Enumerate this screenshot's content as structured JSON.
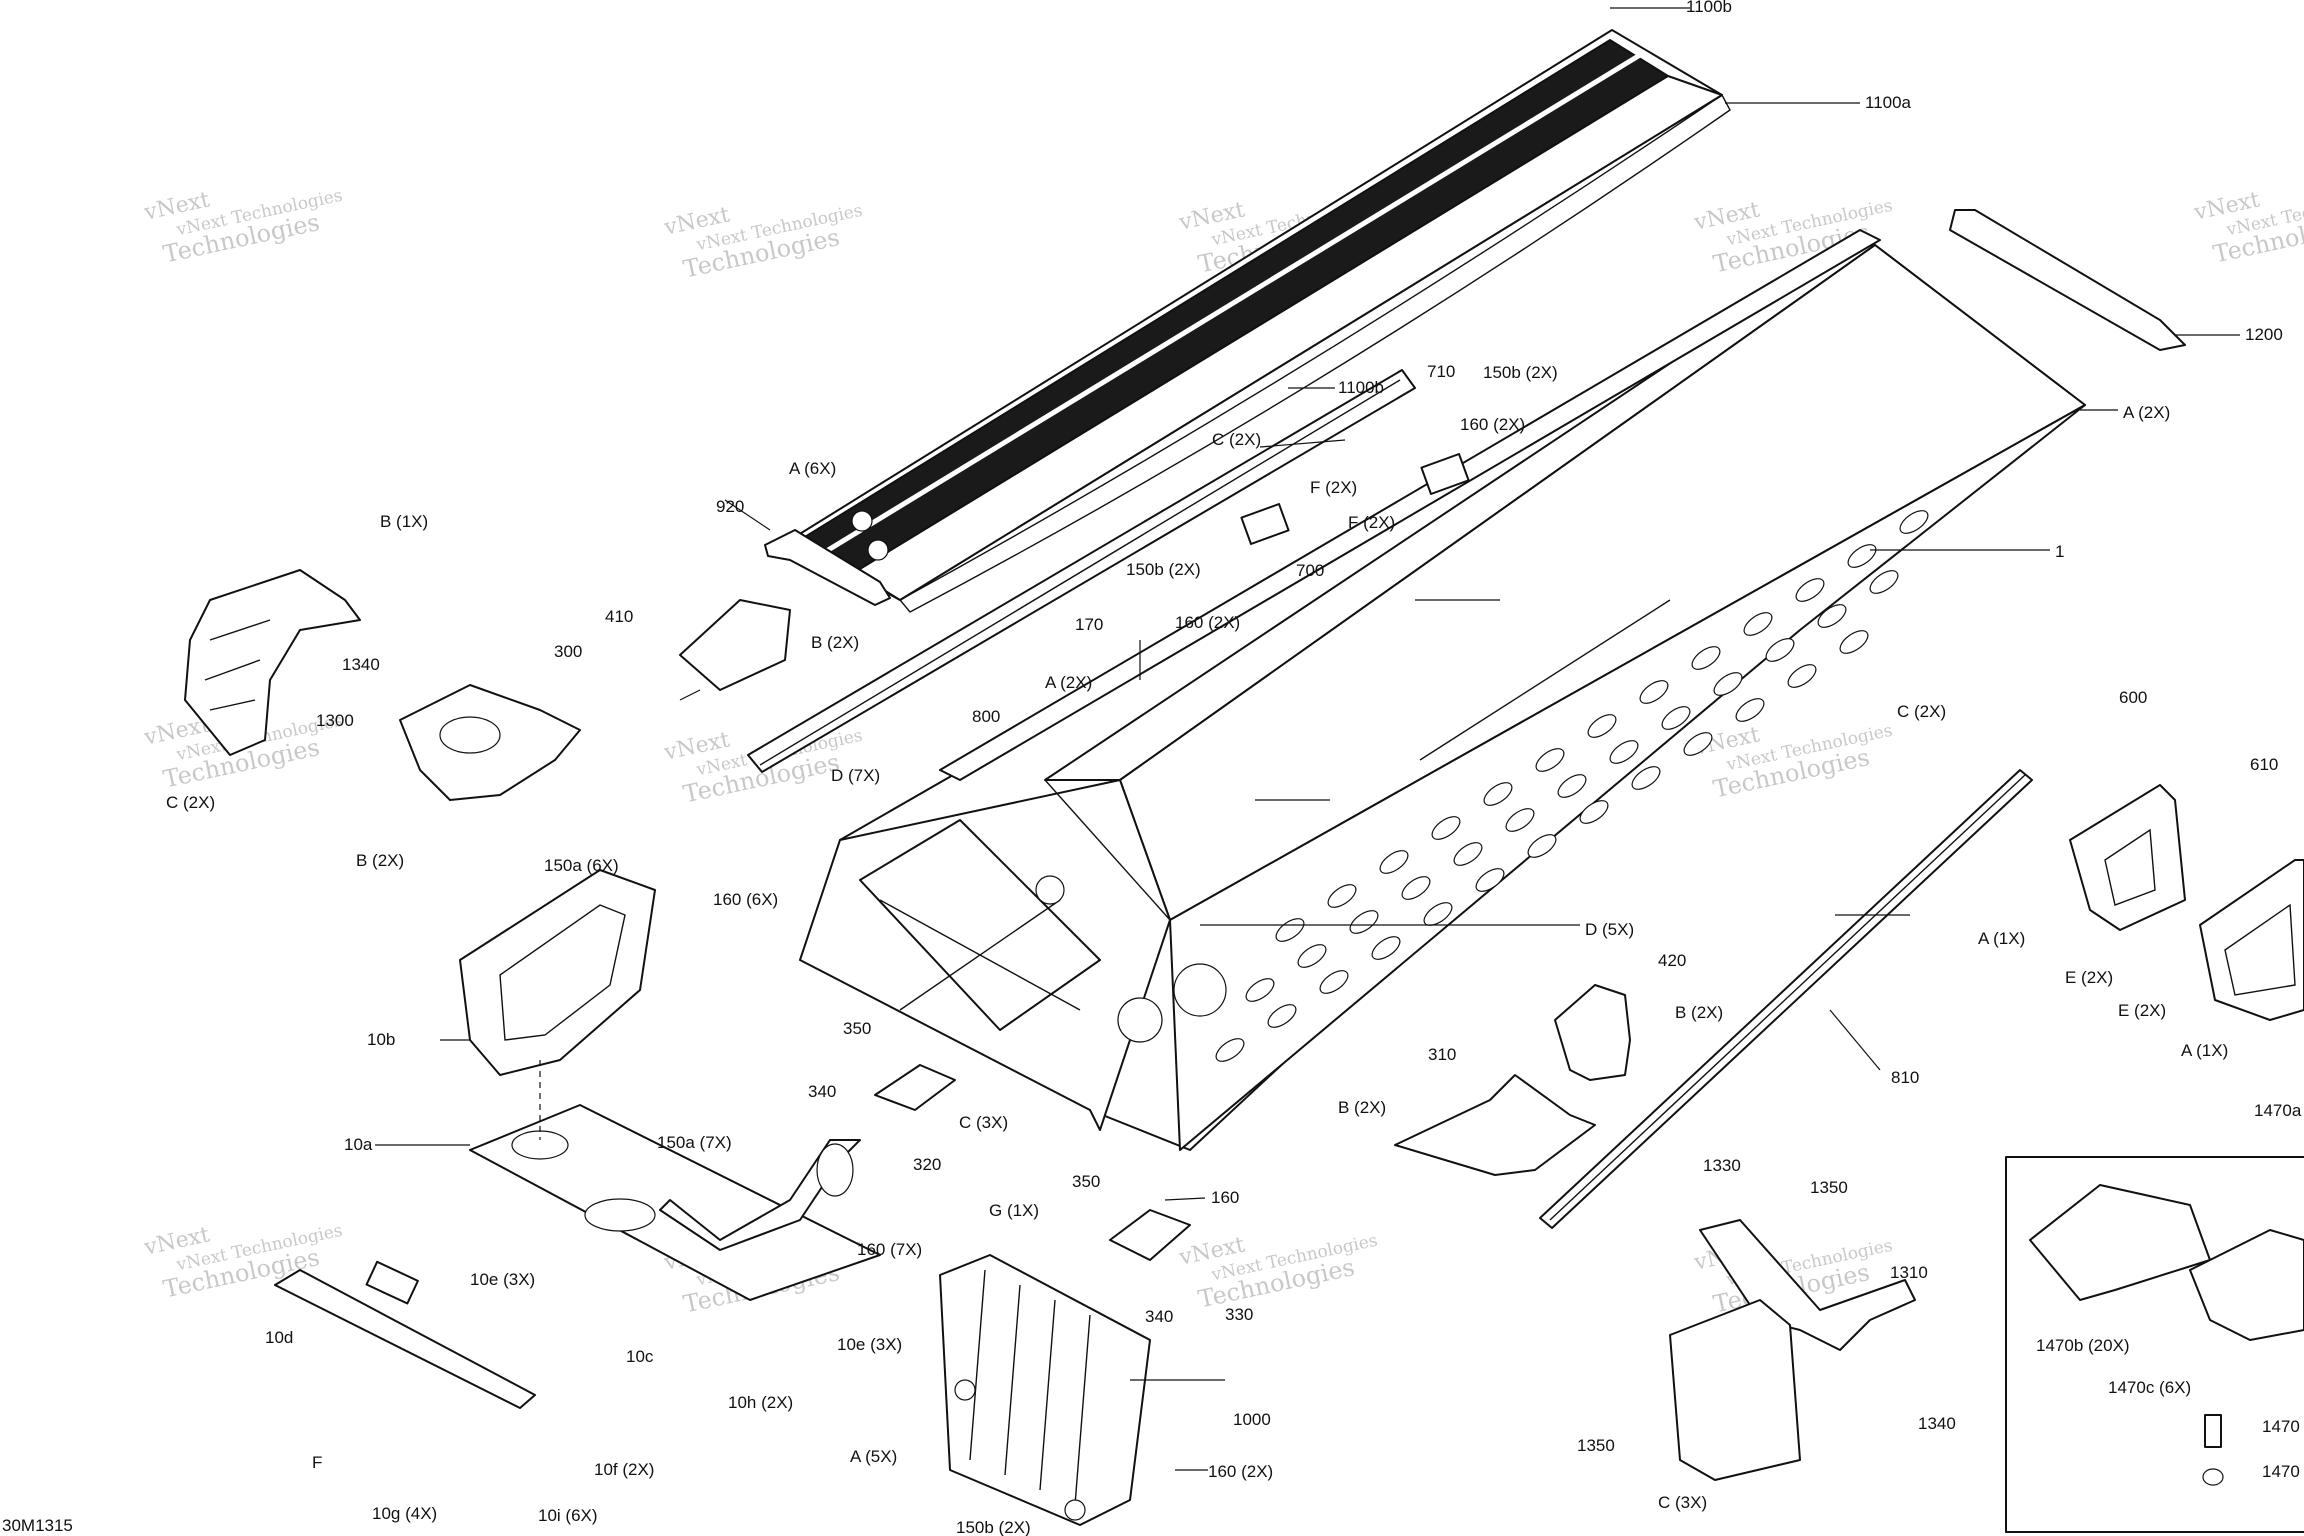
{
  "diagram_code": "30M1315",
  "watermark": {
    "line1": "vNext Technologies",
    "line2": "Technologies",
    "prefix": "vNext"
  },
  "labels": [
    {
      "id": "1100b-top",
      "text": "1100b"
    },
    {
      "id": "1100a",
      "text": "1100a"
    },
    {
      "id": "1100b-mid",
      "text": "1100b"
    },
    {
      "id": "1200",
      "text": "1200"
    },
    {
      "id": "710",
      "text": "710"
    },
    {
      "id": "150b-2x-a",
      "text": "150b (2X)"
    },
    {
      "id": "a-2x-right",
      "text": "A (2X)"
    },
    {
      "id": "160-2x-a",
      "text": "160 (2X)"
    },
    {
      "id": "c-2x-rail",
      "text": "C (2X)"
    },
    {
      "id": "a-6x",
      "text": "A (6X)"
    },
    {
      "id": "f-2x-a",
      "text": "F (2X)"
    },
    {
      "id": "f-2x-b",
      "text": "F (2X)"
    },
    {
      "id": "920",
      "text": "920"
    },
    {
      "id": "150b-2x-b",
      "text": "150b (2X)"
    },
    {
      "id": "700",
      "text": "700"
    },
    {
      "id": "1",
      "text": "1"
    },
    {
      "id": "b-1x",
      "text": "B (1X)"
    },
    {
      "id": "410",
      "text": "410"
    },
    {
      "id": "b-2x-410",
      "text": "B (2X)"
    },
    {
      "id": "160-2x-b",
      "text": "160 (2X)"
    },
    {
      "id": "170",
      "text": "170"
    },
    {
      "id": "1340-a",
      "text": "1340"
    },
    {
      "id": "300",
      "text": "300"
    },
    {
      "id": "a-2x-mid",
      "text": "A (2X)"
    },
    {
      "id": "800",
      "text": "800"
    },
    {
      "id": "1300",
      "text": "1300"
    },
    {
      "id": "c-2x-right",
      "text": "C (2X)"
    },
    {
      "id": "600",
      "text": "600"
    },
    {
      "id": "c-2x-left",
      "text": "C (2X)"
    },
    {
      "id": "d-7x",
      "text": "D (7X)"
    },
    {
      "id": "610",
      "text": "610"
    },
    {
      "id": "b-2x-300",
      "text": "B (2X)"
    },
    {
      "id": "150a-6x",
      "text": "150a (6X)"
    },
    {
      "id": "160-6x",
      "text": "160 (6X)"
    },
    {
      "id": "d-5x",
      "text": "D (5X)"
    },
    {
      "id": "a-1x-a",
      "text": "A (1X)"
    },
    {
      "id": "e-2x-a",
      "text": "E (2X)"
    },
    {
      "id": "420",
      "text": "420"
    },
    {
      "id": "b-2x-420",
      "text": "B (2X)"
    },
    {
      "id": "e-2x-b",
      "text": "E (2X)"
    },
    {
      "id": "10b",
      "text": "10b"
    },
    {
      "id": "350-a",
      "text": "350"
    },
    {
      "id": "a-1x-b",
      "text": "A (1X)"
    },
    {
      "id": "310",
      "text": "310"
    },
    {
      "id": "810",
      "text": "810"
    },
    {
      "id": "340-a",
      "text": "340"
    },
    {
      "id": "c-3x-a",
      "text": "C (3X)"
    },
    {
      "id": "b-2x-310",
      "text": "B (2X)"
    },
    {
      "id": "1470a",
      "text": "1470a"
    },
    {
      "id": "10a",
      "text": "10a"
    },
    {
      "id": "150a-7x",
      "text": "150a (7X)"
    },
    {
      "id": "320",
      "text": "320"
    },
    {
      "id": "350-b",
      "text": "350"
    },
    {
      "id": "160-a",
      "text": "160"
    },
    {
      "id": "g-1x",
      "text": "G (1X)"
    },
    {
      "id": "1330",
      "text": "1330"
    },
    {
      "id": "1350-a",
      "text": "1350"
    },
    {
      "id": "160-7x",
      "text": "160 (7X)"
    },
    {
      "id": "10e-3x-a",
      "text": "10e (3X)"
    },
    {
      "id": "1310",
      "text": "1310"
    },
    {
      "id": "340-b",
      "text": "340"
    },
    {
      "id": "330",
      "text": "330"
    },
    {
      "id": "1470b",
      "text": "1470b (20X)"
    },
    {
      "id": "10d",
      "text": "10d"
    },
    {
      "id": "10c",
      "text": "10c"
    },
    {
      "id": "10e-3x-b",
      "text": "10e (3X)"
    },
    {
      "id": "1470c",
      "text": "1470c (6X)"
    },
    {
      "id": "10h-2x",
      "text": "10h (2X)"
    },
    {
      "id": "1000",
      "text": "1000"
    },
    {
      "id": "1470d",
      "text": "1470"
    },
    {
      "id": "f-single",
      "text": "F"
    },
    {
      "id": "a-5x",
      "text": "A (5X)"
    },
    {
      "id": "1340-b",
      "text": "1340"
    },
    {
      "id": "1350-b",
      "text": "1350"
    },
    {
      "id": "10f-2x",
      "text": "10f (2X)"
    },
    {
      "id": "160-2x-c",
      "text": "160 (2X)"
    },
    {
      "id": "1470e",
      "text": "1470"
    },
    {
      "id": "10g-4x",
      "text": "10g (4X)"
    },
    {
      "id": "10i-6x",
      "text": "10i (6X)"
    },
    {
      "id": "c-3x-b",
      "text": "C (3X)"
    },
    {
      "id": "150b-2x-c",
      "text": "150b (2X)"
    }
  ]
}
